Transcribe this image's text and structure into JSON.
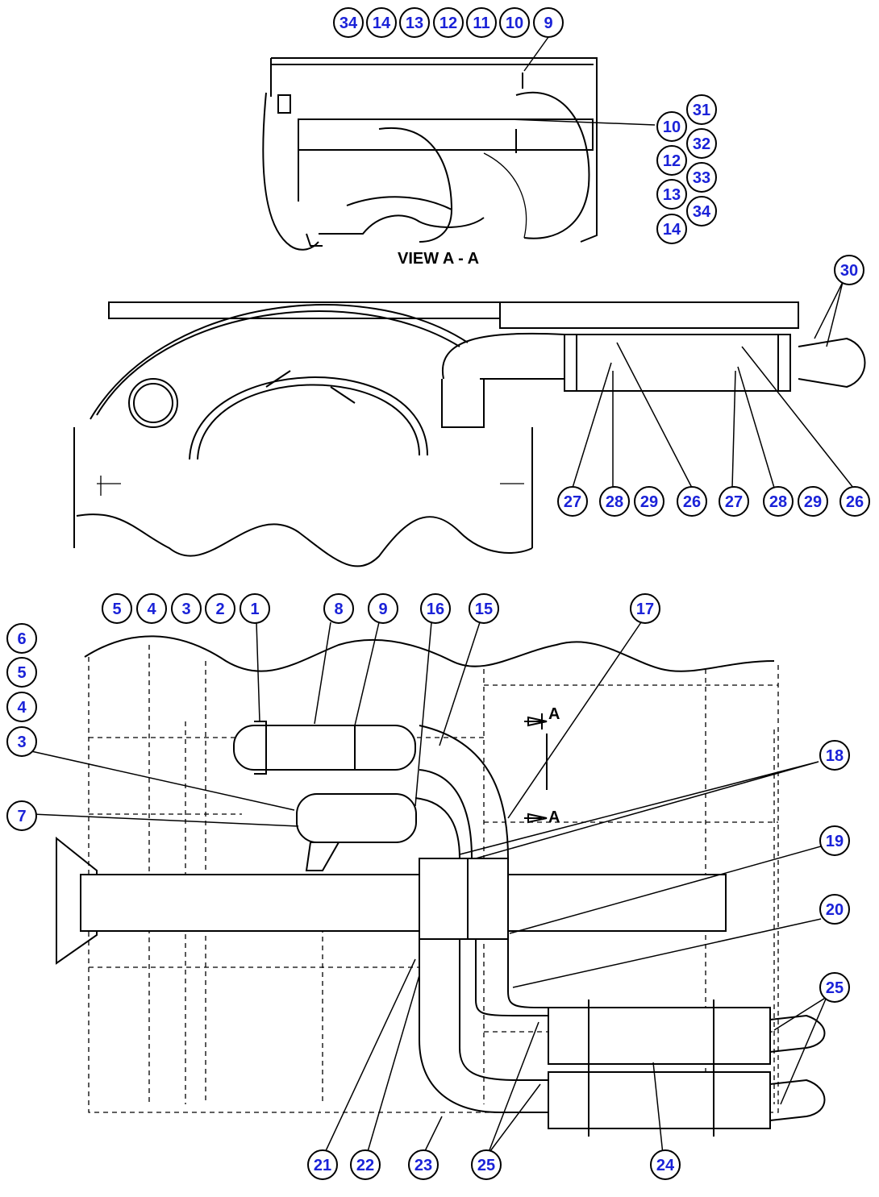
{
  "view_label": "VIEW A - A",
  "section_letter_upper": "A",
  "section_letter_lower": "A",
  "top_row_labels": [
    "34",
    "14",
    "13",
    "12",
    "11",
    "10",
    "9"
  ],
  "view_side_left": [
    "10",
    "12",
    "13",
    "14"
  ],
  "view_side_right": [
    "31",
    "32",
    "33",
    "34"
  ],
  "middle_callouts": [
    "27",
    "28",
    "29",
    "26",
    "27",
    "28",
    "29",
    "26",
    "30"
  ],
  "lower_top_row": [
    "5",
    "4",
    "3",
    "2",
    "1",
    "8",
    "9",
    "16",
    "15",
    "17"
  ],
  "left_column": [
    "6",
    "5",
    "4",
    "3",
    "7"
  ],
  "right_column": [
    "18",
    "19",
    "20",
    "25"
  ],
  "bottom_row": [
    "21",
    "22",
    "23",
    "25",
    "24"
  ],
  "colors": {
    "label_text": "#1a22d8",
    "line": "#000000",
    "background": "#ffffff"
  }
}
